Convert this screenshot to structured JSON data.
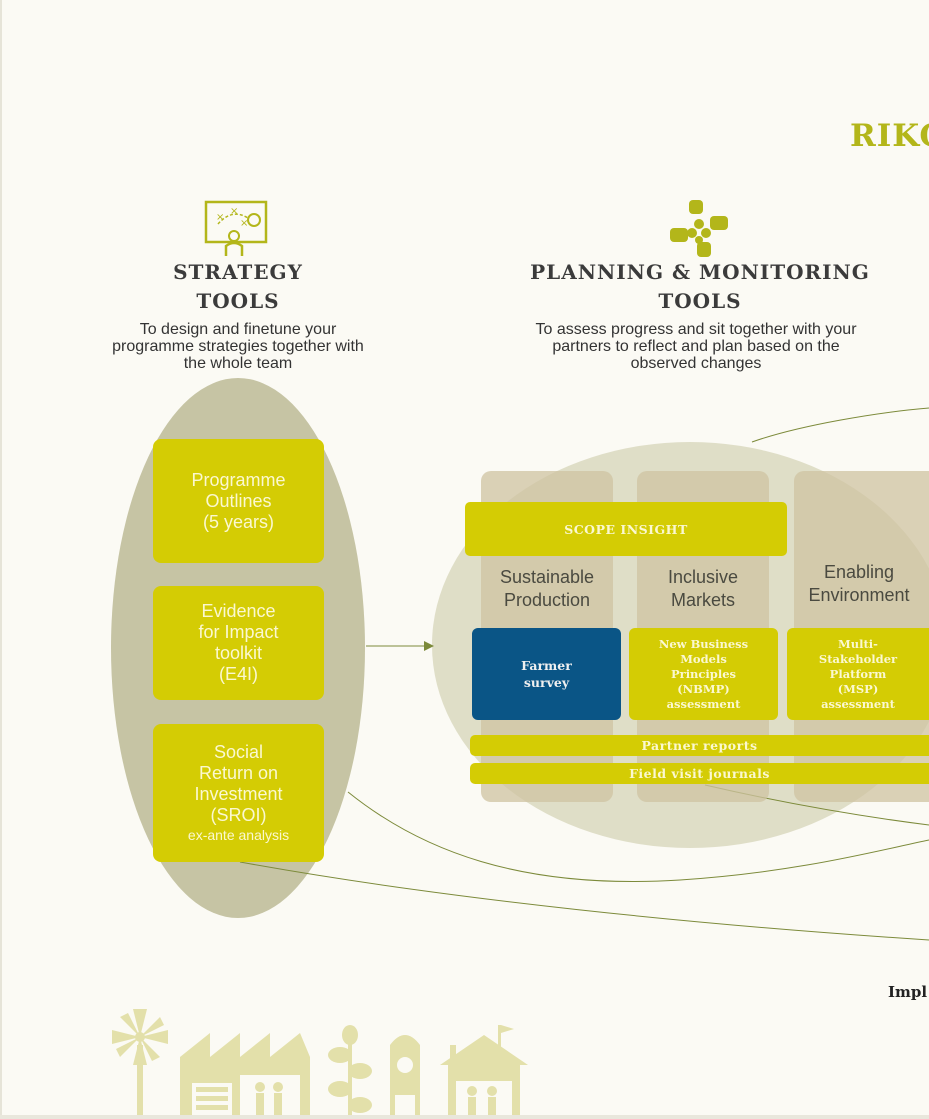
{
  "header": {
    "title_partial": "RIKC"
  },
  "strategy": {
    "heading_line1": "STRATEGY",
    "heading_line2": "TOOLS",
    "description": "To design and finetune your programme strategies together with the whole team",
    "icon": "strategy-board-icon",
    "items": [
      {
        "lines": [
          "Programme",
          "Outlines",
          "(5 years)"
        ]
      },
      {
        "lines": [
          "Evidence",
          "for Impact",
          "toolkit",
          "(E4I)"
        ]
      },
      {
        "lines": [
          "Social",
          "Return on",
          "Investment",
          "(SROI)"
        ],
        "sub": "ex-ante analysis"
      }
    ]
  },
  "planning": {
    "heading_line1": "PLANNING & MONITORING",
    "heading_line2": "TOOLS",
    "description": "To assess progress and sit together with your partners to reflect and plan based on the observed changes",
    "icon": "puzzle-cross-icon",
    "scope_bar": "SCOPE INSIGHT",
    "pillars": [
      {
        "lines": [
          "Sustainable",
          "Production"
        ]
      },
      {
        "lines": [
          "Inclusive",
          "Markets"
        ]
      },
      {
        "lines": [
          "Enabling",
          "Environment"
        ]
      }
    ],
    "tools": [
      {
        "lines": [
          "Farmer",
          "survey"
        ]
      },
      {
        "lines": [
          "New Business",
          "Models",
          "Principles",
          "(NBMP)",
          "assessment"
        ]
      },
      {
        "lines": [
          "Multi-",
          "Stakeholder",
          "Platform",
          "(MSP)",
          "assessment"
        ]
      }
    ],
    "bar_partner_reports": "Partner reports",
    "bar_field_visit": "Field visit journals"
  },
  "footer": {
    "impl_partial": "Impl"
  },
  "colors": {
    "accent": "#d4cc04",
    "title": "#b3b61a",
    "blue": "#0a5586",
    "oval": "#c6c4a4",
    "pillar": "#cfc3a1"
  }
}
